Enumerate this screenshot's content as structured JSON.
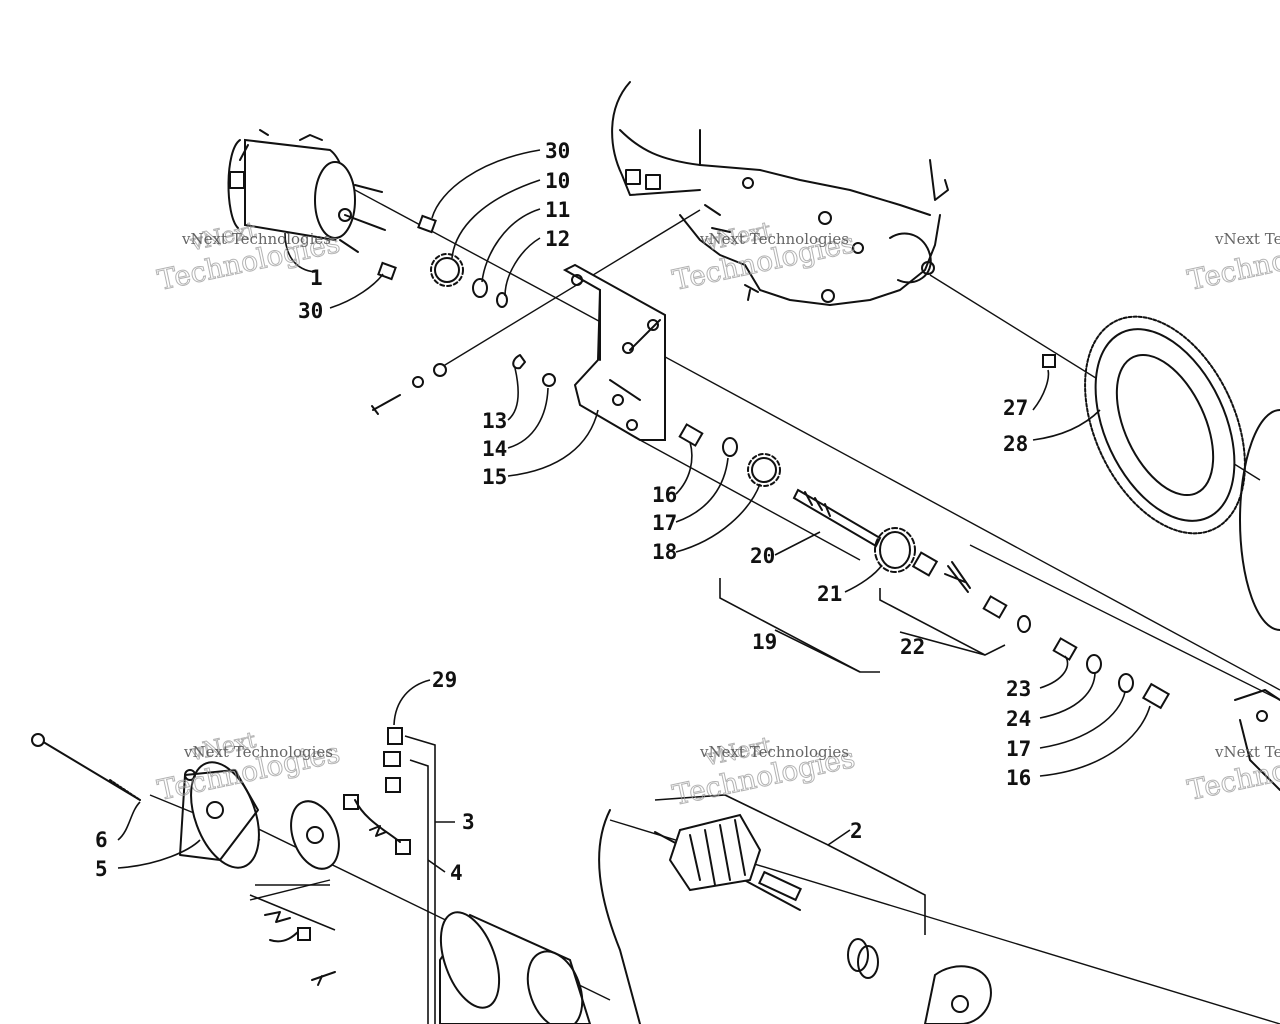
{
  "watermark": {
    "line1": "vNext Technologies",
    "line2": "Technologies",
    "line3": "vNext"
  },
  "callouts": [
    {
      "id": "c30a",
      "text": "30"
    },
    {
      "id": "c10",
      "text": "10"
    },
    {
      "id": "c11",
      "text": "11"
    },
    {
      "id": "c12",
      "text": "12"
    },
    {
      "id": "c1",
      "text": "1"
    },
    {
      "id": "c30b",
      "text": "30"
    },
    {
      "id": "c13",
      "text": "13"
    },
    {
      "id": "c14",
      "text": "14"
    },
    {
      "id": "c15",
      "text": "15"
    },
    {
      "id": "c16a",
      "text": "16"
    },
    {
      "id": "c17a",
      "text": "17"
    },
    {
      "id": "c18",
      "text": "18"
    },
    {
      "id": "c20",
      "text": "20"
    },
    {
      "id": "c21",
      "text": "21"
    },
    {
      "id": "c19",
      "text": "19"
    },
    {
      "id": "c22",
      "text": "22"
    },
    {
      "id": "c27",
      "text": "27"
    },
    {
      "id": "c28",
      "text": "28"
    },
    {
      "id": "c23",
      "text": "23"
    },
    {
      "id": "c24",
      "text": "24"
    },
    {
      "id": "c17b",
      "text": "17"
    },
    {
      "id": "c16b",
      "text": "16"
    },
    {
      "id": "c29",
      "text": "29"
    },
    {
      "id": "c3",
      "text": "3"
    },
    {
      "id": "c4",
      "text": "4"
    },
    {
      "id": "c6",
      "text": "6"
    },
    {
      "id": "c5",
      "text": "5"
    },
    {
      "id": "c2",
      "text": "2"
    }
  ]
}
